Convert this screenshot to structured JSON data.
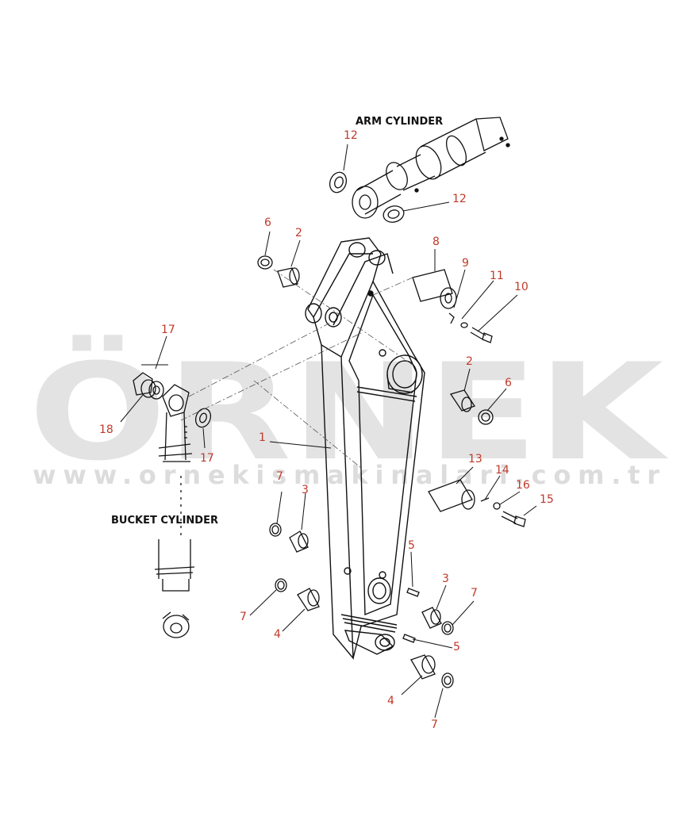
{
  "colors": {
    "callout": "#c0392b",
    "line": "#111111",
    "watermark_gray": "#e3e3e3",
    "watermark_gold": "#f2deae"
  },
  "watermark": {
    "brand": "ÖRNEK",
    "url": "www.ornekismakinalari.com.tr"
  },
  "captions": {
    "arm_cylinder": "ARM CYLINDER",
    "bucket_cylinder": "BUCKET CYLINDER"
  },
  "callouts": [
    "1",
    "2",
    "2",
    "3",
    "3",
    "4",
    "4",
    "5",
    "5",
    "6",
    "6",
    "7",
    "7",
    "7",
    "7",
    "8",
    "9",
    "10",
    "11",
    "12",
    "12",
    "13",
    "14",
    "15",
    "16",
    "17",
    "17",
    "18"
  ]
}
